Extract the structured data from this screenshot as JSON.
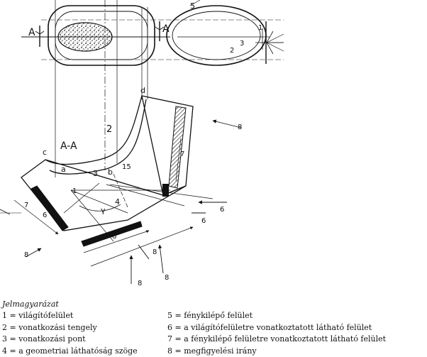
{
  "drawing": {
    "labels": {
      "section_marker_left": "A",
      "section_marker_right": "A",
      "section_title": "A-A",
      "point_c": "c",
      "point_d": "d",
      "point_a": "a",
      "point_b": "b",
      "axis_2_top": "2",
      "lamp_5": "5",
      "lamp_1": "1",
      "lamp_2": "2",
      "lamp_3": "3",
      "section_1": "1",
      "section_3": "3",
      "section_15": "15",
      "section_4": "4",
      "arrow_6_upper": "6",
      "arrow_6_lower": "6",
      "dim_6": "6",
      "dim_7": "7",
      "dim_6_left": "6",
      "dim_7_right": "7",
      "arrow_8_top": "8",
      "arrow_8_left": "8",
      "arrow_8_bottom": "8",
      "arrow_8_bottom2": "8",
      "arrow_8_bottom_mid": "8",
      "gamma": "γ"
    }
  },
  "legend": {
    "title": "Jelmagyarázat",
    "left_items": [
      "1 = világítófelület",
      "2 = vonatkozási tengely",
      "3 = vonatkozási pont",
      "4 = a geometriai láthatóság szöge"
    ],
    "right_items": [
      "5 = fénykilépő felület",
      "6 = a világítófelületre vonatkoztatott látható felület",
      "7 = a fénykilépő felületre vonatkoztatott látható felület",
      "8 = megfigyelési irány"
    ]
  }
}
